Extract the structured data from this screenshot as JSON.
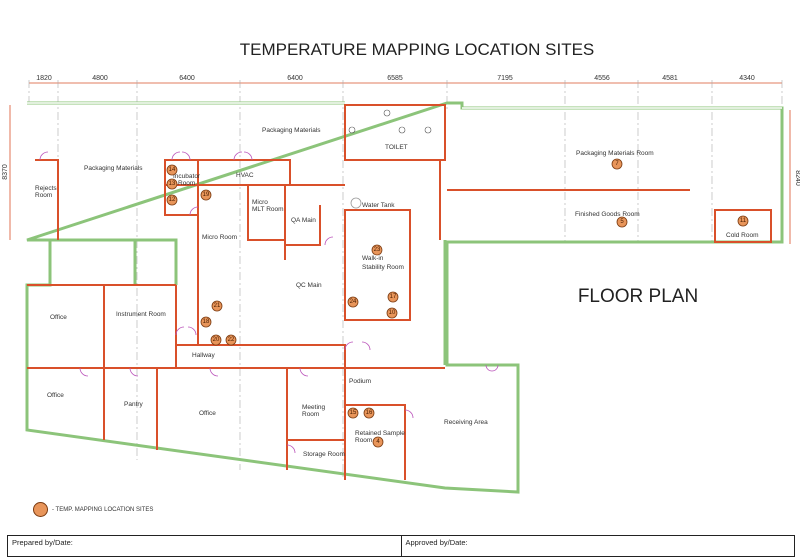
{
  "title": "TEMPERATURE MAPPING LOCATION SITES",
  "floor_plan_label": "FLOOR PLAN",
  "dimensions": {
    "top": [
      "1820",
      "4800",
      "6400",
      "6400",
      "6585",
      "7195",
      "4556",
      "4581",
      "4340"
    ],
    "left": "8370",
    "right": "8240"
  },
  "rooms": {
    "packaging_left": "Packaging Materials",
    "packaging_top": "Packaging Materials",
    "rejects_1": "Rejects",
    "rejects_2": "Room",
    "incubator_1": "Incubator",
    "incubator_2": "Room",
    "hvac": "HVAC",
    "micro_mlt_1": "Micro",
    "micro_mlt_2": "MLT Room",
    "qa_main": "QA Main",
    "micro_room": "Micro Room",
    "water_tank": "Water Tank",
    "toilet": "TOILET",
    "walkin_1": "Walk-in",
    "walkin_2": "Stability Room",
    "qc_main": "QC Main",
    "office_1": "Office",
    "instrument_room": "Instrument Room",
    "hallway": "Hallway",
    "podium": "Podium",
    "office_2": "Office",
    "pantry": "Pantry",
    "office_3": "Office",
    "meeting_1": "Meeting",
    "meeting_2": "Room",
    "storage_room": "Storage Room",
    "retained_1": "Retained Sample",
    "retained_2": "Room",
    "receiving_area": "Receiving Area",
    "packaging_room": "Packaging Materials Room",
    "finished_goods": "Finished Goods Room",
    "cold_room": "Cold Room"
  },
  "markers": {
    "m14": "14",
    "m13": "13",
    "m12": "12",
    "m19": "19",
    "m23": "23",
    "m24": "24",
    "m17": "17",
    "m10": "10",
    "m21": "21",
    "m18": "18",
    "m20": "20",
    "m22": "22",
    "m15": "15",
    "m16": "16",
    "m4": "4",
    "m7": "7",
    "m5": "5",
    "m11": "11"
  },
  "legend": "- TEMP. MAPPING LOCATION SITES",
  "footer": {
    "prepared": "Prepared by/Date:",
    "approved": "Approved by/Date:"
  },
  "colors": {
    "wall_internal": "#d9502a",
    "wall_external": "#8cc47a",
    "marker": "#e8955a",
    "door": "#bb55bb"
  }
}
